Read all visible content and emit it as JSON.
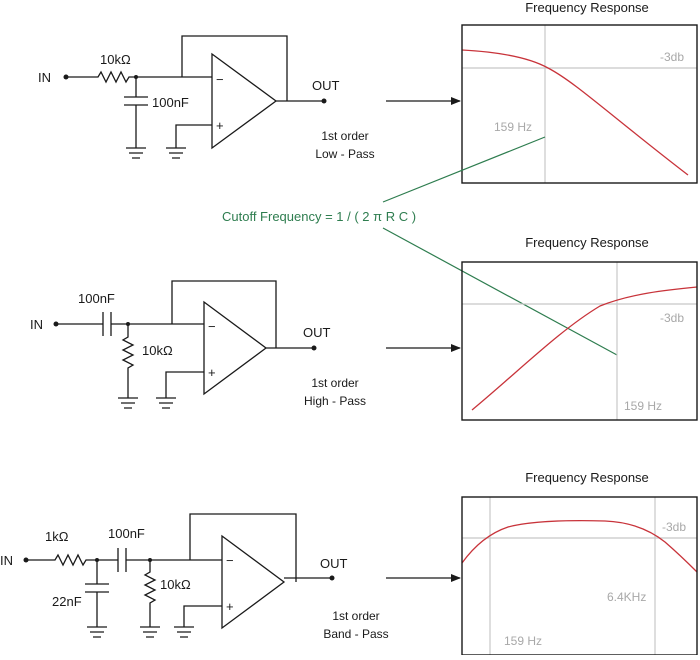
{
  "colors": {
    "response_curve": "#c8333a",
    "cutoff_annotation": "#2e7d4f",
    "reference_lines": "#c8c8c8",
    "wires": "#1a1a1a",
    "gray_labels": "#a8a8a8"
  },
  "cutoff_formula": "Cutoff Frequency = 1 / ( 2 π R C )",
  "lowpass": {
    "in_label": "IN",
    "out_label": "OUT",
    "resistor": "10kΩ",
    "capacitor": "100nF",
    "opamp_minus": "−",
    "opamp_plus": "+",
    "type_line1": "1st order",
    "type_line2": "Low - Pass",
    "graph_title": "Frequency Response",
    "db_label": "-3db",
    "freq_label": "159 Hz"
  },
  "highpass": {
    "in_label": "IN",
    "out_label": "OUT",
    "capacitor": "100nF",
    "resistor": "10kΩ",
    "opamp_minus": "−",
    "opamp_plus": "+",
    "type_line1": "1st order",
    "type_line2": "High - Pass",
    "graph_title": "Frequency Response",
    "db_label": "-3db",
    "freq_label": "159 Hz"
  },
  "bandpass": {
    "in_label": "IN",
    "out_label": "OUT",
    "resistor1": "1kΩ",
    "capacitor1": "22nF",
    "capacitor2": "100nF",
    "resistor2": "10kΩ",
    "opamp_minus": "−",
    "opamp_plus": "+",
    "type_line1": "1st order",
    "type_line2": "Band - Pass",
    "graph_title": "Frequency Response",
    "db_label": "-3db",
    "freq_label_low": "159 Hz",
    "freq_label_high": "6.4KHz"
  }
}
